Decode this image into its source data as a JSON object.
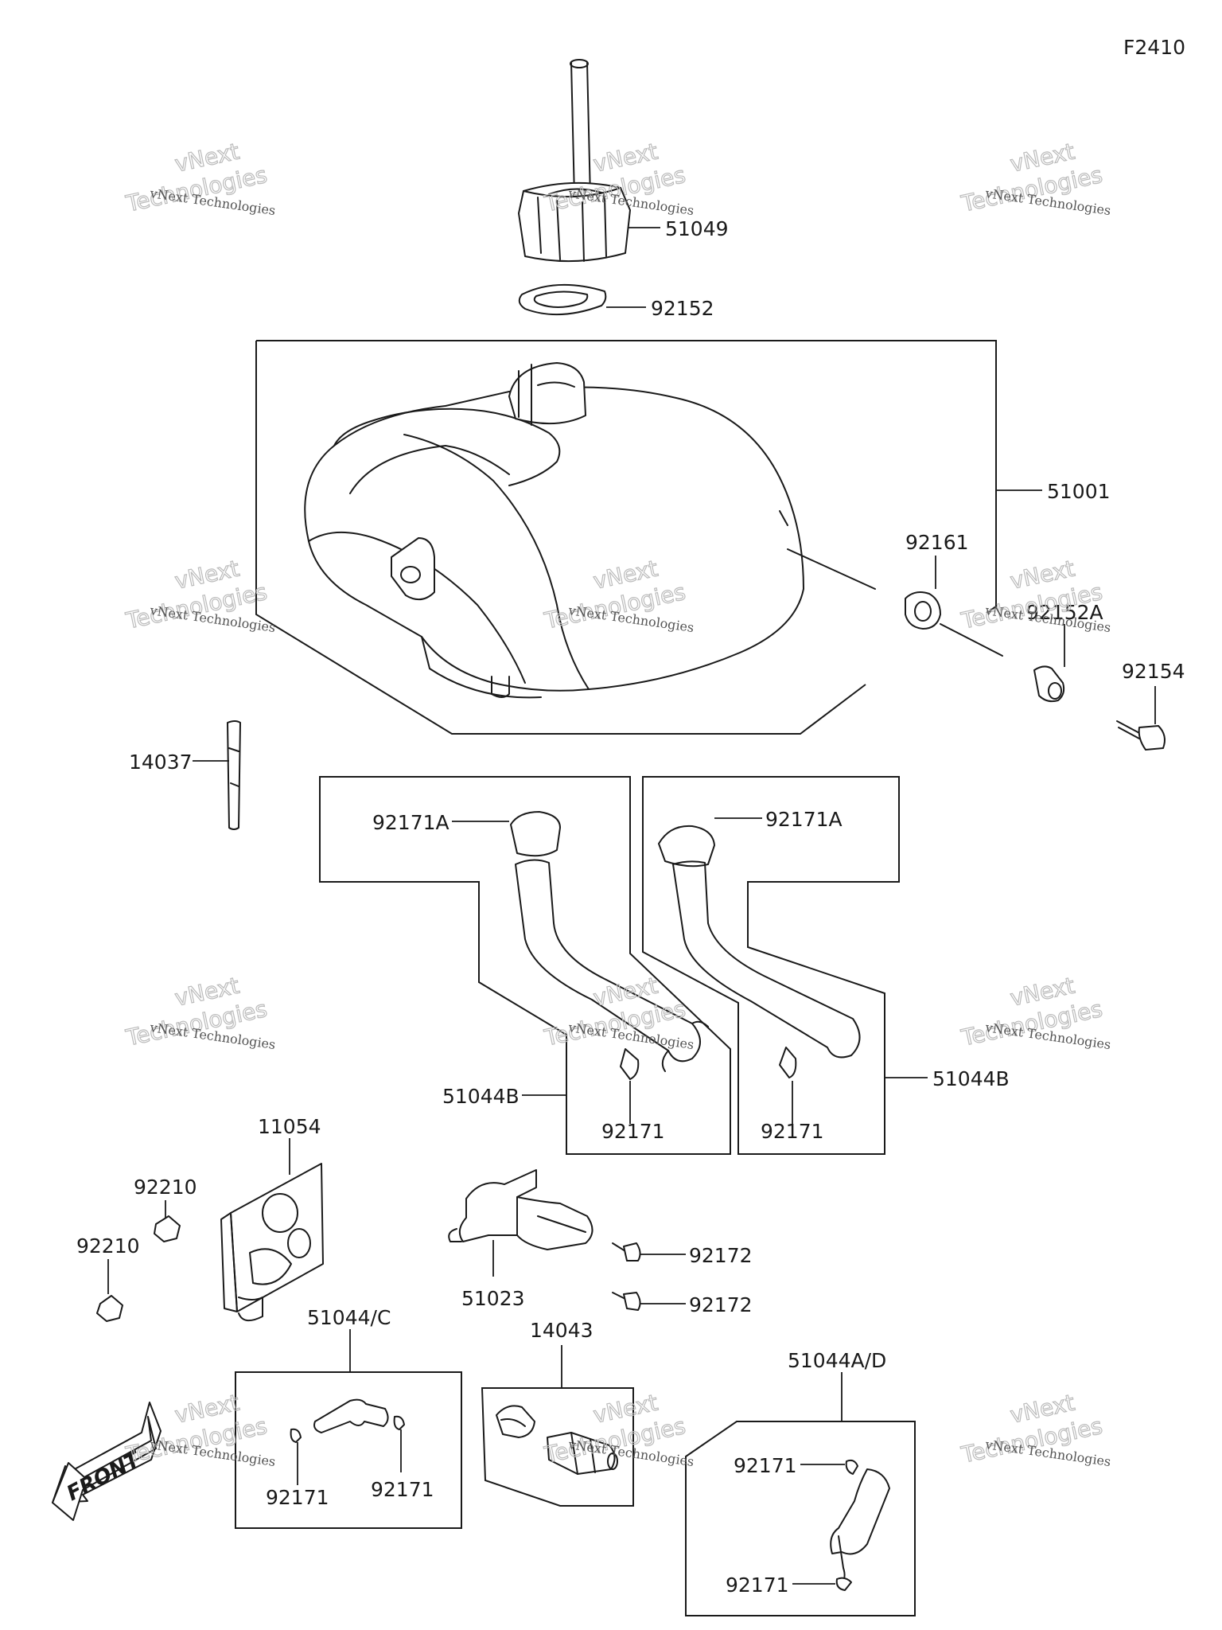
{
  "figure_code": "F2410",
  "front_label": "FRONT",
  "parts": {
    "p51049": "51049",
    "p92152": "92152",
    "p51001": "51001",
    "p92161": "92161",
    "p92152a": "92152A",
    "p92154": "92154",
    "p14037": "14037",
    "p92171a_left": "92171A",
    "p92171a_right": "92171A",
    "p51044b_left": "51044B",
    "p51044b_right": "51044B",
    "p92171_b1": "92171",
    "p92171_b2": "92171",
    "p11054": "11054",
    "p92210_a": "92210",
    "p92210_b": "92210",
    "p51023": "51023",
    "p92172_a": "92172",
    "p92172_b": "92172",
    "p51044c": "51044/C",
    "p92171_c1": "92171",
    "p92171_c2": "92171",
    "p14043": "14043",
    "p51044ad": "51044A/D",
    "p92171_d1": "92171",
    "p92171_d2": "92171"
  },
  "watermark": {
    "line_small": "vNext Technologies",
    "line_big_1": "vNext",
    "line_big_2": "Technologies"
  }
}
